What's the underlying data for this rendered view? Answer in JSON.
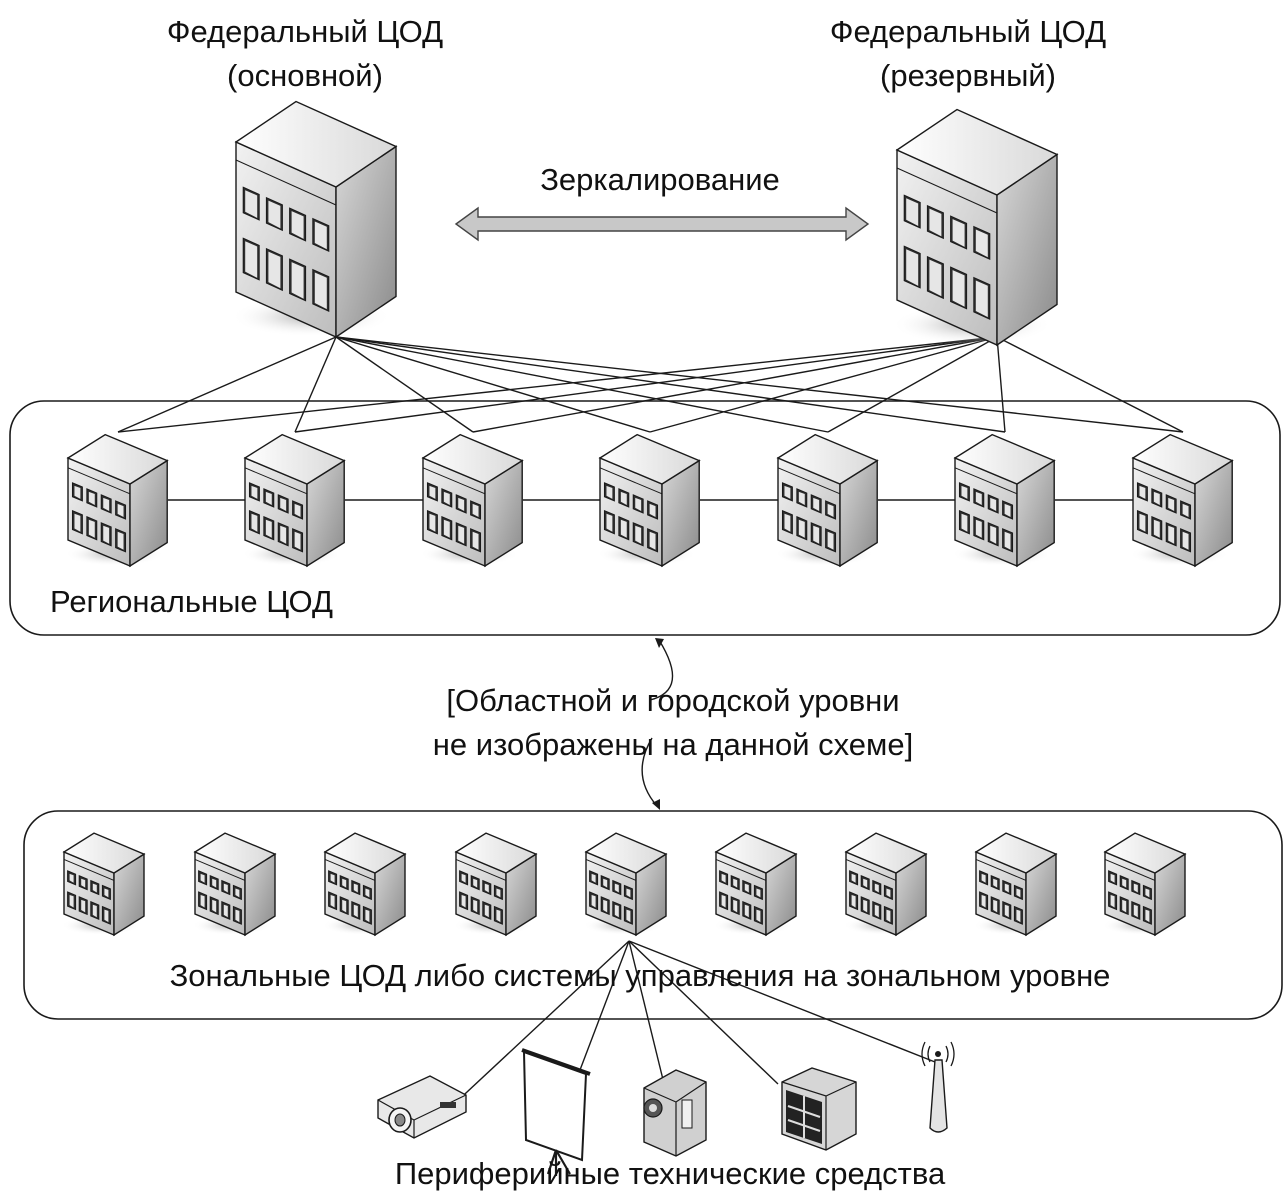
{
  "federal": {
    "primary": {
      "line1": "Федеральный ЦОД",
      "line2": "(основной)"
    },
    "reserve": {
      "line1": "Федеральный ЦОД",
      "line2": "(резервный)"
    },
    "mirroring_label": "Зеркалирование"
  },
  "regional": {
    "label": "Региональные ЦОД",
    "count": 7
  },
  "note": {
    "line1": "[Областной и городской уровни",
    "line2": "не изображены на данной схеме]"
  },
  "zonal": {
    "label": "Зональные ЦОД либо системы управления на зональном уровне",
    "count": 9
  },
  "peripheral": {
    "label": "Периферийные технические средства",
    "devices": [
      "projector-icon",
      "projection-screen-icon",
      "video-camera-icon",
      "server-cabinet-icon",
      "wireless-antenna-icon"
    ]
  },
  "colors": {
    "stroke": "#1a1a1a",
    "building_front": "#d4d4d4",
    "building_side": "#a8a8a8",
    "arrow_fill": "#c8c8c8"
  }
}
